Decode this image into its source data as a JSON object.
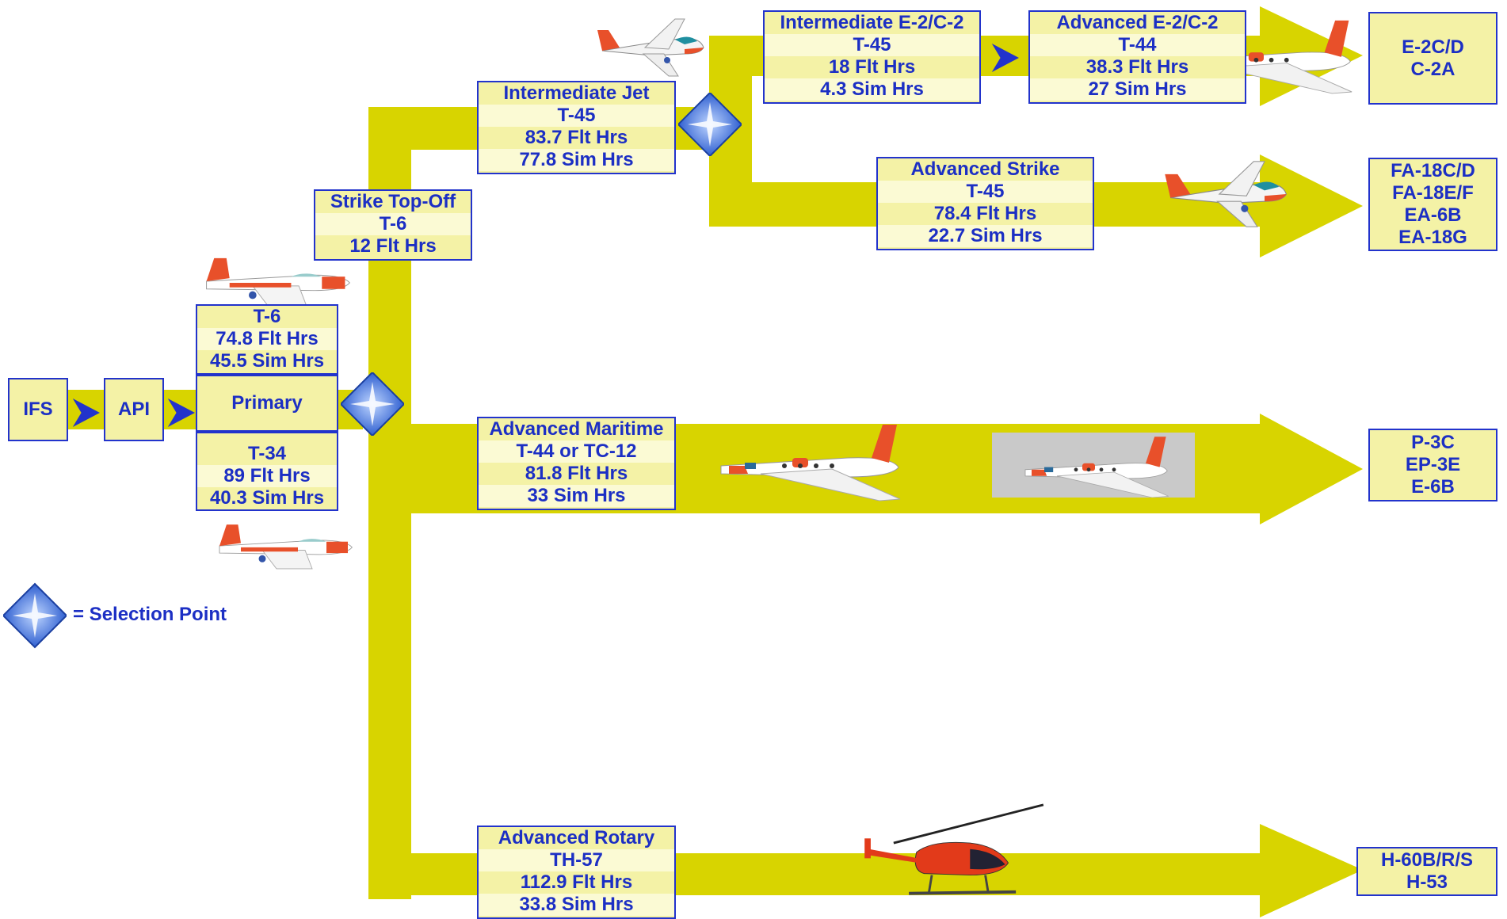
{
  "colors": {
    "pipeline": "#d8d400",
    "box_fill": "#f4f2a6",
    "box_border": "#2233cc",
    "text": "#1c2fc4",
    "selection_point": "#2f5fd0"
  },
  "icons": [
    "selection-point-icon",
    "chevron-right-icon",
    "t6-aircraft-icon",
    "t34-aircraft-icon",
    "t45-aircraft-icon",
    "t44-aircraft-icon",
    "tc12-aircraft-icon",
    "th57-helicopter-icon"
  ],
  "ifs": "IFS",
  "api": "API",
  "primary": {
    "top": [
      "T-6",
      "74.8 Flt Hrs",
      "45.5 Sim Hrs"
    ],
    "label": "Primary",
    "bottom": [
      "T-34",
      "89 Flt Hrs",
      "40.3 Sim Hrs"
    ]
  },
  "strike_topoff": [
    "Strike Top-Off",
    "T-6",
    "12 Flt Hrs"
  ],
  "intermediate_jet": [
    "Intermediate Jet",
    "T-45",
    "83.7 Flt Hrs",
    "77.8 Sim Hrs"
  ],
  "intermediate_e2c2": [
    "Intermediate E-2/C-2",
    "T-45",
    "18 Flt Hrs",
    "4.3 Sim Hrs"
  ],
  "advanced_e2c2": [
    "Advanced E-2/C-2",
    "T-44",
    "38.3 Flt Hrs",
    "27 Sim Hrs"
  ],
  "advanced_strike": [
    "Advanced Strike",
    "T-45",
    "78.4 Flt Hrs",
    "22.7 Sim Hrs"
  ],
  "advanced_maritime": [
    "Advanced Maritime",
    "T-44 or TC-12",
    "81.8 Flt Hrs",
    "33 Sim Hrs"
  ],
  "advanced_rotary": [
    "Advanced Rotary",
    "TH-57",
    "112.9 Flt Hrs",
    "33.8 Sim Hrs"
  ],
  "dest_e2c2": [
    "E-2C/D",
    "C-2A"
  ],
  "dest_strike": [
    "FA-18C/D",
    "FA-18E/F",
    "EA-6B",
    "EA-18G"
  ],
  "dest_maritime": [
    "P-3C",
    "EP-3E",
    "E-6B"
  ],
  "dest_rotary": [
    "H-60B/R/S",
    "H-53"
  ],
  "legend": "= Selection Point"
}
